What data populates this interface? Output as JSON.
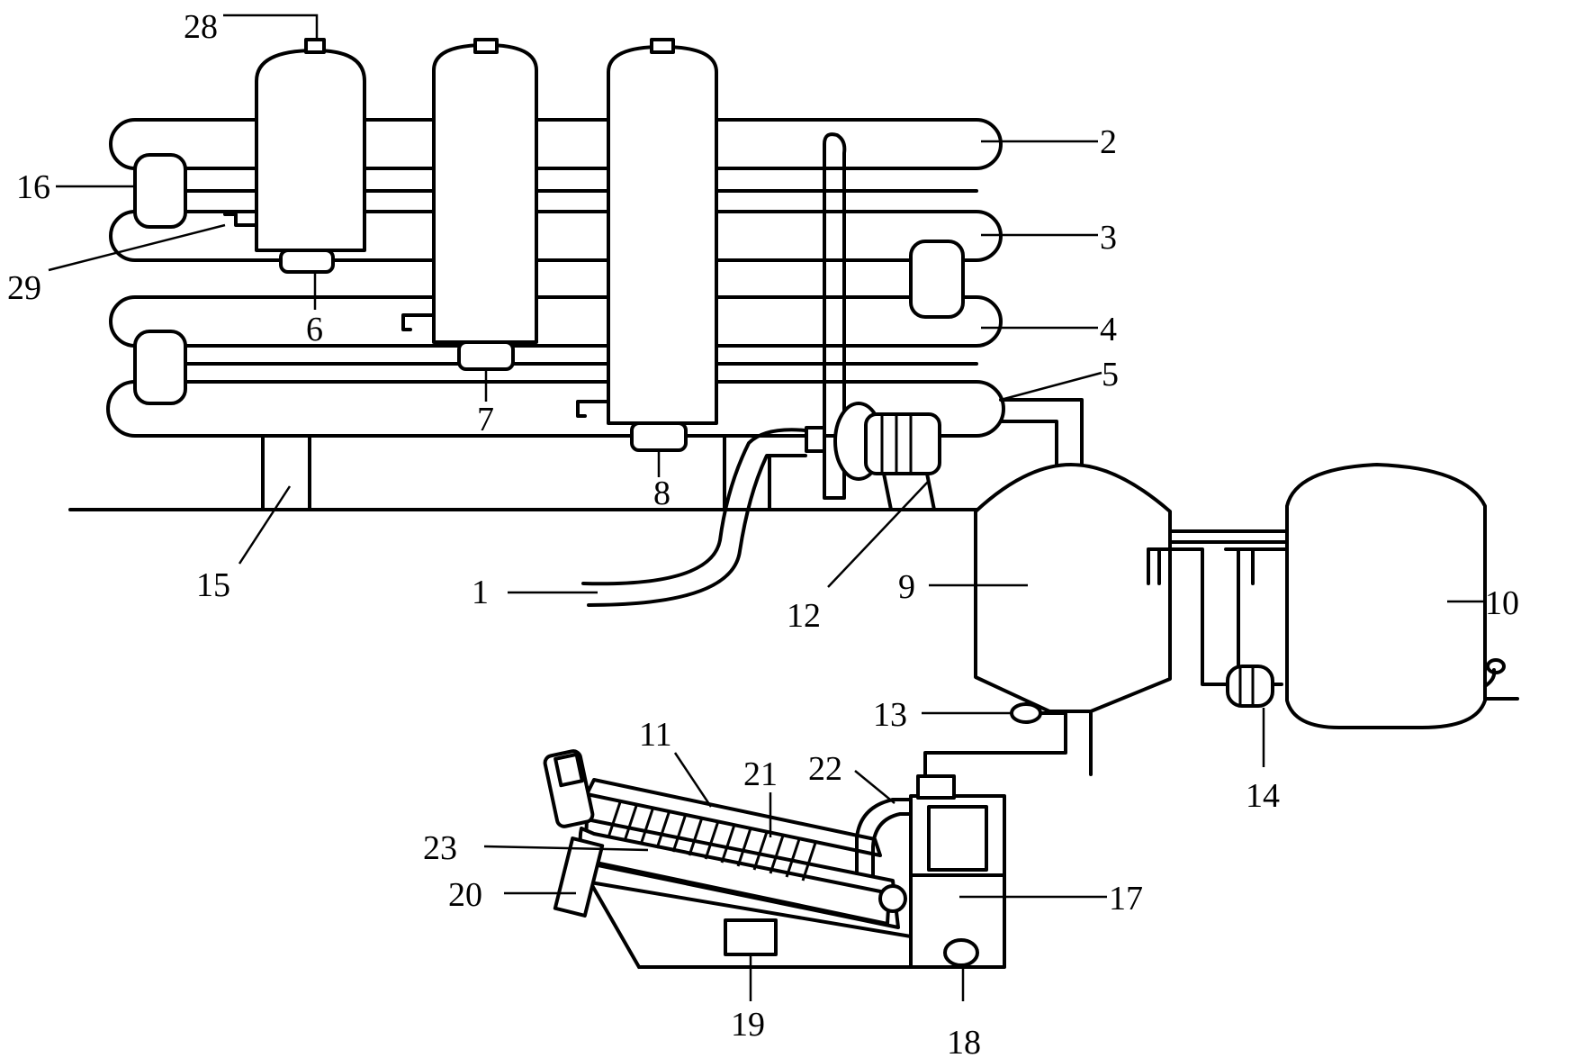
{
  "labels": {
    "l1": "1",
    "l2": "2",
    "l3": "3",
    "l4": "4",
    "l5": "5",
    "l6": "6",
    "l7": "7",
    "l8": "8",
    "l9": "9",
    "l10": "10",
    "l11": "11",
    "l12": "12",
    "l13": "13",
    "l14": "14",
    "l15": "15",
    "l16": "16",
    "l17": "17",
    "l18": "18",
    "l19": "19",
    "l20": "20",
    "l21": "21",
    "l22": "22",
    "l23": "23",
    "l28": "28",
    "l29": "29"
  }
}
